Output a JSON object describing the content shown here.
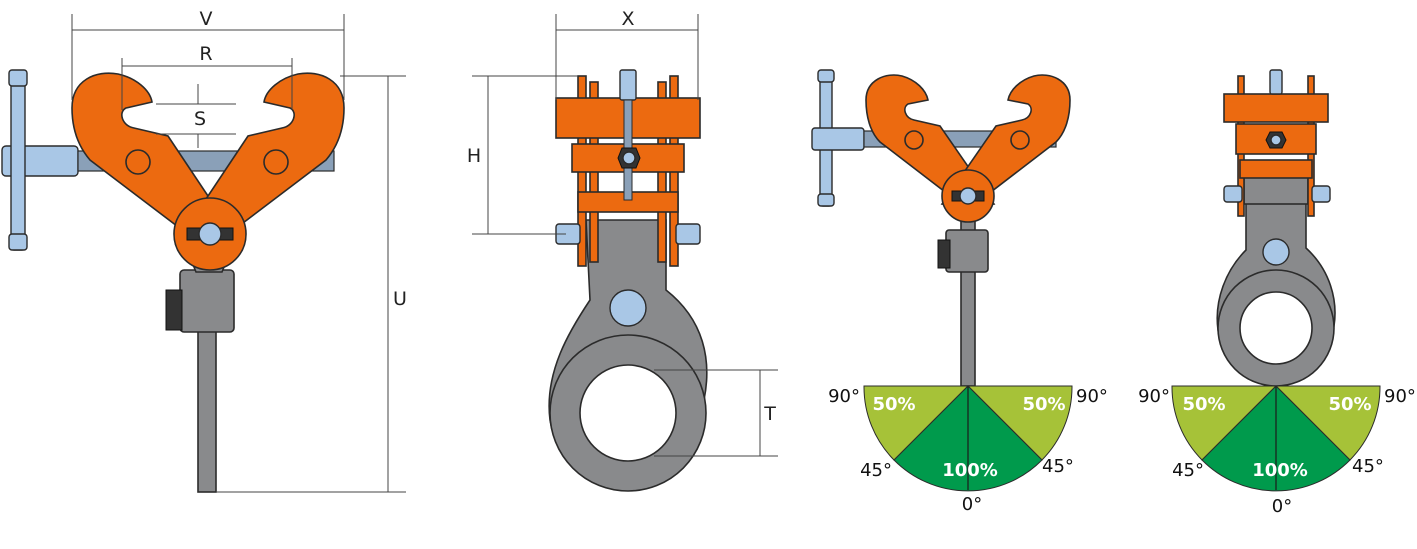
{
  "dimensions": {
    "V": "V",
    "R": "R",
    "S": "S",
    "U": "U",
    "X": "X",
    "H": "H",
    "T": "T"
  },
  "load_diagram_1": {
    "capacity_side_left": "50%",
    "capacity_side_right": "50%",
    "capacity_center": "100%",
    "angle_90_left": "90°",
    "angle_90_right": "90°",
    "angle_45_left": "45°",
    "angle_45_right": "45°",
    "angle_0": "0°"
  },
  "load_diagram_2": {
    "capacity_side_left": "50%",
    "capacity_side_right": "50%",
    "capacity_center": "100%",
    "angle_90_left": "90°",
    "angle_90_right": "90°",
    "angle_45_left": "45°",
    "angle_45_right": "45°",
    "angle_0": "0°"
  },
  "colors": {
    "clamp_body": "#ec6a10",
    "shackle": "#898a8c",
    "bolt": "#a9c7e6",
    "zone_50": "#a6c238",
    "zone_100": "#009a4c"
  }
}
